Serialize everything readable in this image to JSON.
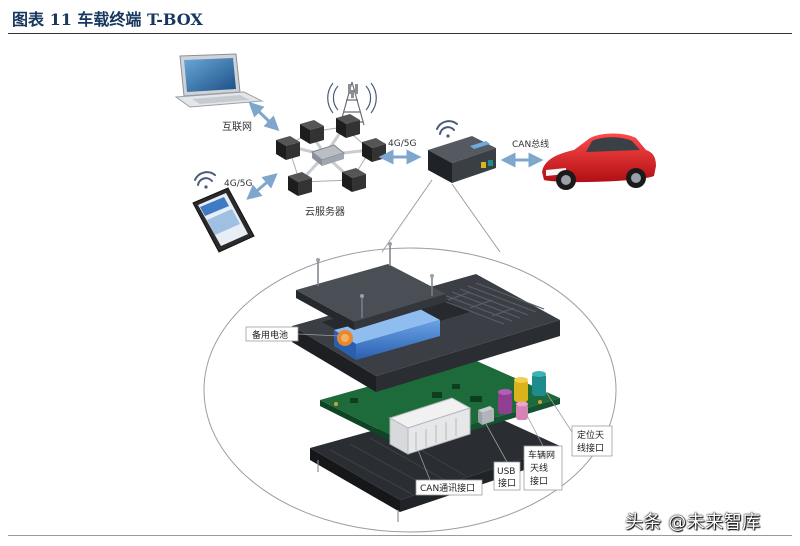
{
  "figure": {
    "title": "图表 11 车载终端 T-BOX"
  },
  "top": {
    "internet_label": "互联网",
    "cloud_label": "云服务器",
    "mobile_network_label": "4G/5G",
    "tbox_network_label": "4G/5G",
    "can_bus_label": "CAN总线"
  },
  "callouts": {
    "backup_battery": "备用电池",
    "gnss_antenna_line1": "定位天",
    "gnss_antenna_line2": "线接口",
    "vehicle_net_line1": "车辆网",
    "vehicle_net_line2": "天线",
    "vehicle_net_line3": "接口",
    "usb_line1": "USB",
    "usb_line2": "接口",
    "can_port": "CAN通讯接口"
  },
  "watermark": "头条 @未来智库",
  "colors": {
    "title": "#17375e",
    "arrow": "#7fa6cc",
    "car": "#d81e24",
    "battery": "#3f7fd0",
    "connector_yellow": "#d9b21c",
    "connector_purple": "#8e3f8f",
    "connector_teal": "#1e8c8c"
  },
  "icons": [
    "laptop-icon",
    "cell-tower-icon",
    "server-icon",
    "smartphone-icon",
    "wifi-icon",
    "tbox-device-icon",
    "car-icon"
  ]
}
